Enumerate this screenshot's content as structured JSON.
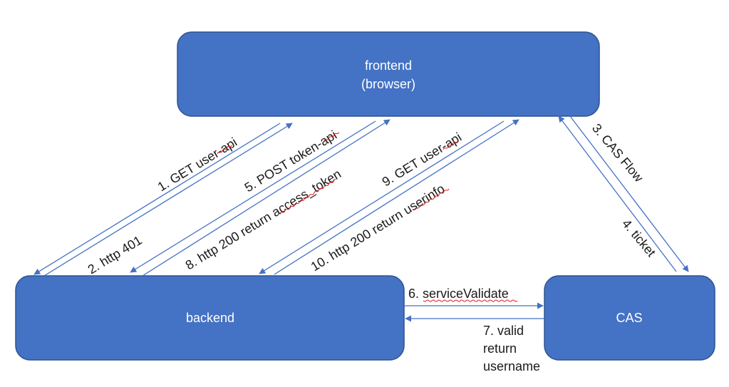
{
  "nodes": {
    "frontend": {
      "line1": "frontend",
      "line2": "(browser)"
    },
    "backend": {
      "label": "backend"
    },
    "cas": {
      "label": "CAS"
    }
  },
  "edges": {
    "e1": "1. GET user-api",
    "e2": "2. http 401",
    "e3": "3. CAS Flow",
    "e4": "4. ticket",
    "e5": "5. POST token-api",
    "e6": "6. serviceValidate",
    "e7": {
      "line1": "7. valid",
      "line2": "return",
      "line3": "username"
    },
    "e8": "8. http 200 return access_token",
    "e9": "9. GET user-api",
    "e10": "10. http 200 return userinfo"
  },
  "colors": {
    "box_fill": "#4472c4",
    "box_stroke": "#2f528f",
    "arrow": "#4472c4",
    "box_text": "#ffffff",
    "label_text": "#1a1a1a"
  }
}
